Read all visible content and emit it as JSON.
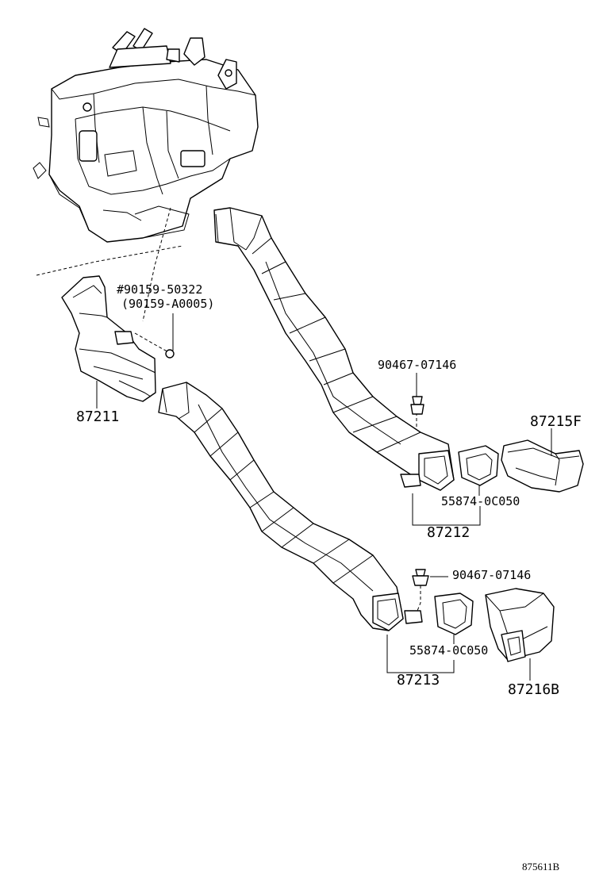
{
  "labels": {
    "screw_90159_50322": "#90159-50322",
    "screw_90159_A0005": "(90159-A0005)",
    "duct_87211": "87211",
    "clip_upper": "90467-07146",
    "duct_87215F": "87215F",
    "seal_upper": "55874-0C050",
    "duct_87212": "87212",
    "clip_lower": "90467-07146",
    "seal_lower": "55874-0C050",
    "duct_87213": "87213",
    "duct_87216B": "87216B",
    "diagram_ref": "875611B"
  }
}
